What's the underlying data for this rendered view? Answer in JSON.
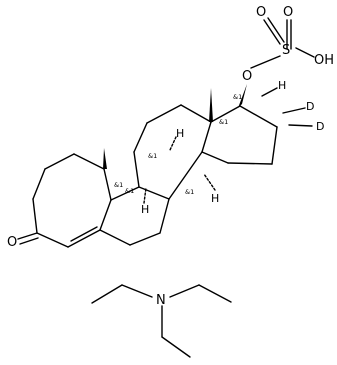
{
  "atoms": {
    "o_ketone": "O",
    "o_ether": "O",
    "sulfur": "S",
    "o_s1": "O",
    "o_s2": "O",
    "oh": "OH",
    "nitrogen": "N"
  },
  "hydrogens": {
    "h_c9": "H",
    "h_c8": "H",
    "h_c14": "H",
    "h_c17": "H",
    "d_top": "D",
    "d_right": "D"
  },
  "stereo_label": "&1"
}
